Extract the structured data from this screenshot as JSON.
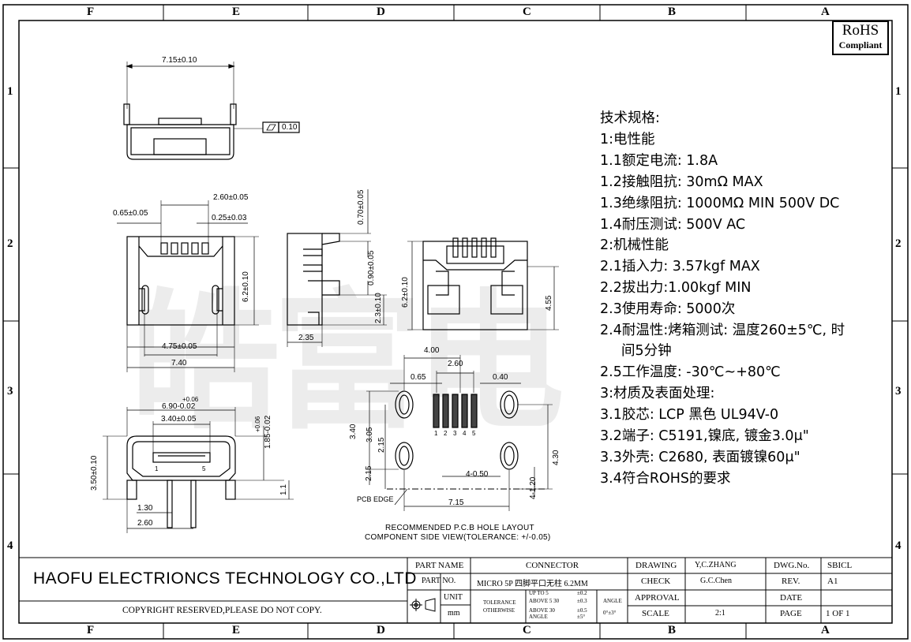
{
  "zones": {
    "columns": [
      "F",
      "E",
      "D",
      "C",
      "B",
      "A"
    ],
    "rows": [
      "1",
      "2",
      "3",
      "4"
    ]
  },
  "rohs": {
    "line1": "RoHS",
    "line2": "Compliant"
  },
  "watermark": "皓富电",
  "spec": {
    "title": "技术规格:",
    "lines": [
      "1:电性能",
      "1.1额定电流: 1.8A",
      "1.2接触阻抗: 30mΩ MAX",
      "1.3绝缘阻抗: 1000MΩ MIN 500V DC",
      "1.4耐压测试: 500V AC",
      "2:机械性能",
      "2.1插入力: 3.57kgf MAX",
      "2.2拔出力:1.00kgf MIN",
      "2.3使用寿命: 5000次",
      "2.4耐温性:烤箱测试: 温度260±5℃, 时",
      "间5分钟",
      "2.5工作温度: -30℃~+80℃",
      "3:材质及表面处理:",
      "3.1胶芯: LCP 黑色 UL94V-0",
      "3.2端子: C5191,镍底, 镀金3.0μ\"",
      "3.3外壳: C2680, 表面镀镍60μ\"",
      "3.4符合ROHS的要求"
    ]
  },
  "dims": {
    "top_width": "7.15±0.10",
    "flatness": "0.10",
    "front_pitch_total": "2.60±0.05",
    "front_left_offset": "0.65±0.05",
    "front_pin_width": "0.25±0.03",
    "front_height": "6.2±0.10",
    "front_peg_span": "4.75±0.05",
    "front_width": "7.40",
    "side_top": "0.70±0.05",
    "side_mid": "0.90±0.05",
    "side_low": "2.3±0.10",
    "side_depth": "2.35",
    "rear_height": "6.2±0.10",
    "rear_peg": "4.55",
    "pcb_4": "4.00",
    "pcb_260": "2.60",
    "pcb_065": "0.65",
    "pcb_040": "0.40",
    "pcb_340": "3.40",
    "pcb_305": "3.05",
    "pcb_215a": "2.15",
    "pcb_215b": "2.15",
    "pcb_430": "4.30",
    "pcb_slot": "4-0.50",
    "pcb_120": "4-1.20",
    "pcb_715": "7.15",
    "pcb_edge": "PCB EDGE",
    "pin_numbers": [
      "1",
      "2",
      "3",
      "4",
      "5"
    ],
    "iso_tol_top": "+0.06",
    "iso_width": "6.90-0.02",
    "iso_inner": "3.40±0.05",
    "iso_height": "1.85-0.02",
    "iso_height_tol": "+0.06",
    "iso_pin1": "1",
    "iso_pin5": "5",
    "iso_total": "3.50±0.10",
    "iso_11": "1.1",
    "iso_130": "1.30",
    "iso_260": "2.60"
  },
  "notes": {
    "line1": "RECOMMENDED P.C.B HOLE LAYOUT",
    "line2": "COMPONENT SIDE VIEW(TOLERANCE: +/-0.05)"
  },
  "title_block": {
    "company": "HAOFU ELECTRIONCS TECHNOLOGY CO.,LTD",
    "copyright": "COPYRIGHT RESERVED,PLEASE DO NOT COPY.",
    "part_name_label": "PART NAME",
    "part_name_value": "CONNECTOR",
    "part_no_label": "PART NO.",
    "part_no_value": "MICRO 5P 四脚平口无柱 6.2MM",
    "unit_label": "UNIT",
    "unit_value": "mm",
    "tolerance_label": "TOLERANCE",
    "otherwise_label": "OTHERWISE",
    "tol_row1": "UP TO 5",
    "tol_row1_val": "±0.2",
    "tol_row2": "ABOVE 5  30",
    "tol_row2_val": "±0.3",
    "tol_row3": "ABOVE 30",
    "tol_row3_val": "±0.5",
    "tol_angle": "ANGLE",
    "tol_angle_val": "±5°",
    "angle_label": "ANGLE",
    "angle_value": "0°±3°",
    "drawing_label": "DRAWING",
    "drawing_value": "Y,C.ZHANG",
    "check_label": "CHECK",
    "check_value": "G.C.Chen",
    "approval_label": "APPROVAL",
    "approval_value": "",
    "scale_label": "SCALE",
    "scale_value": "2:1",
    "dwg_label": "DWG.No.",
    "dwg_value": "SBICL",
    "rev_label": "REV.",
    "rev_value": "A1",
    "date_label": "DATE",
    "date_value": "",
    "page_label": "PAGE",
    "page_value": "1 OF 1"
  }
}
